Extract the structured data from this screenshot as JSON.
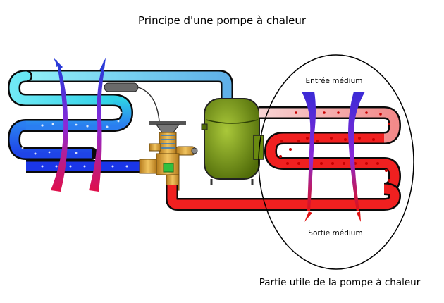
{
  "diagram": {
    "title": "Principe d'une pompe à chaleur",
    "inlet_label": "Entrée médium",
    "outlet_label": "Sortie médium",
    "useful_part_label": "Partie utile de la pompe à chaleur"
  },
  "colors": {
    "cold_light": "#49e0ee",
    "cold_dark": "#1a3fe6",
    "hot": "#f02020",
    "hot_pale": "#f7c6c6",
    "compressor": "#7a9a10",
    "valve_brass": "#d9a23b",
    "flow_in": "#3a2ad6",
    "flow_out": "#e01010"
  }
}
